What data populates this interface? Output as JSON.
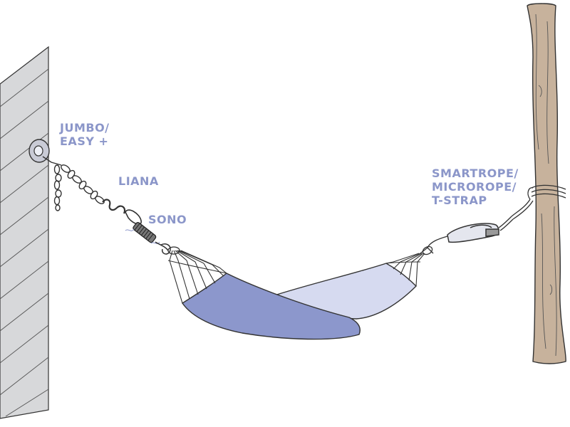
{
  "labels": {
    "jumbo": [
      "JUMBO/",
      "EASY +"
    ],
    "liana": "LIANA",
    "sono": "SONO",
    "smartrope": [
      "SMARTROPE/",
      "MICROROPE/",
      "T-STRAP"
    ]
  },
  "colors": {
    "label": "#8b96c9",
    "hammock_dark": "#8c97cc",
    "hammock_light": "#d6daf0",
    "wall": "#d7d8da",
    "trunk": "#c7b29c",
    "line": "#333333"
  }
}
